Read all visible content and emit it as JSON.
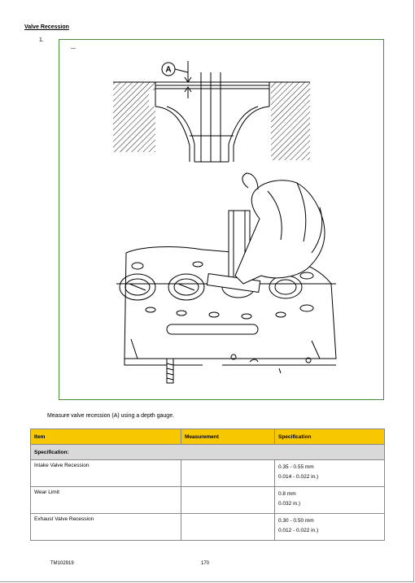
{
  "section": {
    "title": "Valve Recession"
  },
  "step": {
    "number": "1."
  },
  "figure": {
    "dash": "—",
    "callout_label": "A"
  },
  "caption": "Measure valve recession (A) using a depth gauge.",
  "table": {
    "headers": [
      "Item",
      "Measurement",
      "Specification"
    ],
    "group_label": "Specification:",
    "rows": [
      {
        "item": "Intake Valve Recession",
        "measurement": "",
        "spec_metric": "0.35 - 0.55 mm",
        "spec_imperial": "0.014 - 0.022 in.)"
      },
      {
        "item": "Wear Limit",
        "measurement": "",
        "spec_metric": "0.8 mm",
        "spec_imperial": "0.032 in.)"
      },
      {
        "item": "Exhaust Valve Recession",
        "measurement": "",
        "spec_metric": "0.30 - 0.50 mm",
        "spec_imperial": "0.012 - 0.022 in.)"
      }
    ]
  },
  "footer": {
    "doc_id": "TM102919",
    "page_number": "170"
  },
  "colors": {
    "header_fill": "#f7c800",
    "group_fill": "#d9d9d9",
    "frame_border": "#4a8a3a"
  }
}
